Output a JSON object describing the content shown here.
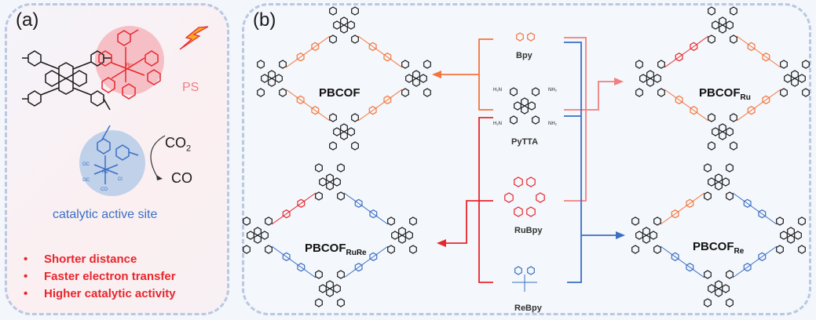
{
  "panel_a": {
    "label": "(a)",
    "ps_label": "PS",
    "ru_center": "Ru",
    "re_center": "Re",
    "re_ligands": [
      "OC",
      "OC",
      "CO",
      "Cl"
    ],
    "reaction_reactant": "CO",
    "reaction_reactant_sub": "2",
    "reaction_product": "CO",
    "catalytic_label": "catalytic active site",
    "bullets": [
      "Shorter distance",
      "Faster electron transfer",
      "Higher catalytic activity"
    ]
  },
  "panel_b": {
    "label": "(b)",
    "monomers": {
      "bpy": "Bpy",
      "pytta": "PyTTA",
      "rubpy": "RuBpy",
      "rebpy": "ReBpy",
      "nh2": "NH₂",
      "h2n": "H₂N"
    },
    "products": {
      "pbcof": {
        "name": "PBCOF",
        "sub": ""
      },
      "pbcof_ru": {
        "name": "PBCOF",
        "sub": "Ru"
      },
      "pbcof_rure": {
        "name": "PBCOF",
        "sub": "RuRe"
      },
      "pbcof_re": {
        "name": "PBCOF",
        "sub": "Re"
      }
    }
  },
  "colors": {
    "orange": "#f4743b",
    "red": "#e8262c",
    "pink": "#f08080",
    "blue": "#3a6fc4",
    "ps_circle": "#f4b6bc",
    "cat_circle": "#b5cbe8",
    "panel_border": "#b9c8e3"
  }
}
